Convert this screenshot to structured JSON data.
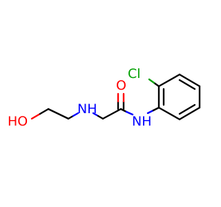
{
  "molecule": {
    "atoms": {
      "ho": {
        "text": "HO",
        "color": "#ff0000"
      },
      "amine_nh": {
        "text": "NH",
        "color": "#0000ff"
      },
      "carbonyl_o": {
        "text": "O",
        "color": "#ff0000"
      },
      "amide_nh": {
        "text": "NH",
        "color": "#0000ff"
      },
      "cl": {
        "text": "Cl",
        "color": "#00a000"
      }
    },
    "bond_color": "#000000",
    "background": "#ffffff"
  }
}
